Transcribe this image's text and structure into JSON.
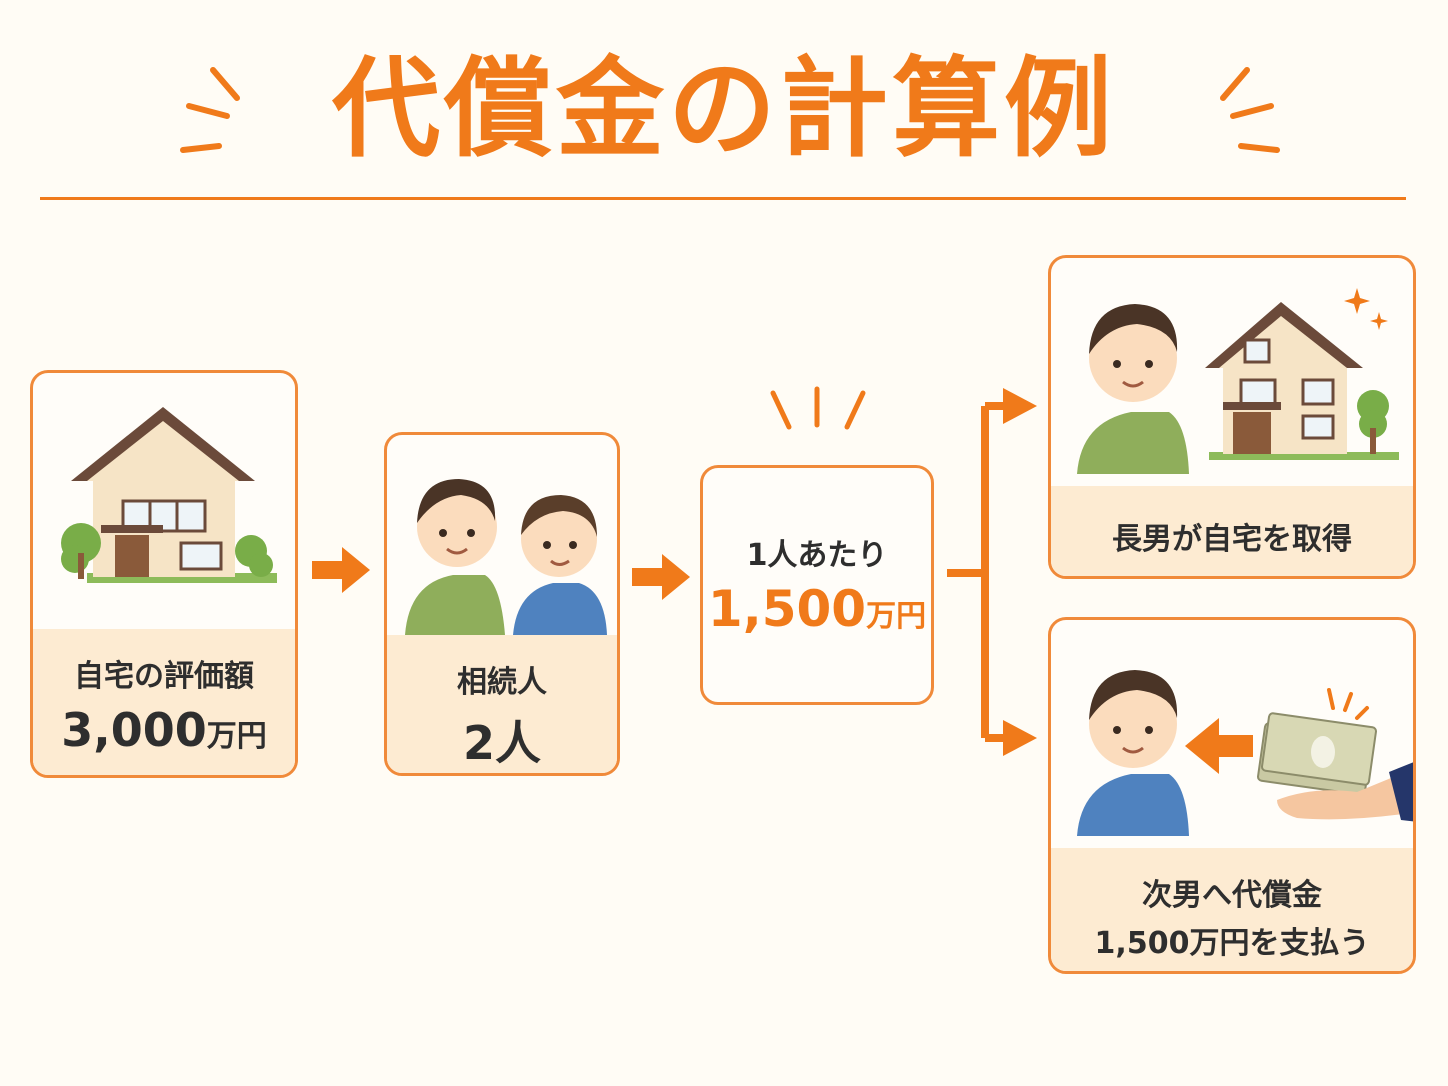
{
  "title": "代償金の計算例",
  "steps": {
    "home": {
      "label": "自宅の評価額",
      "amount": "3,000",
      "unit": "万円"
    },
    "heirs": {
      "label": "相続人",
      "count": "2人"
    },
    "per_person": {
      "label": "1人あたり",
      "amount": "1,500",
      "unit": "万円"
    }
  },
  "outcomes": {
    "eldest": {
      "label": "長男が自宅を取得"
    },
    "second": {
      "line1": "次男へ代償金",
      "amount": "1,500",
      "unit": "万円",
      "suffix": "を支払う"
    }
  },
  "colors": {
    "accent": "#f07a1a",
    "band": "#fdebd2",
    "green_shirt": "#8fae5b",
    "blue_shirt": "#4f82bf"
  },
  "icons": [
    "house-icon",
    "person-icon",
    "money-icon",
    "sparkle-icon",
    "arrow-right-icon",
    "arrow-left-icon"
  ]
}
